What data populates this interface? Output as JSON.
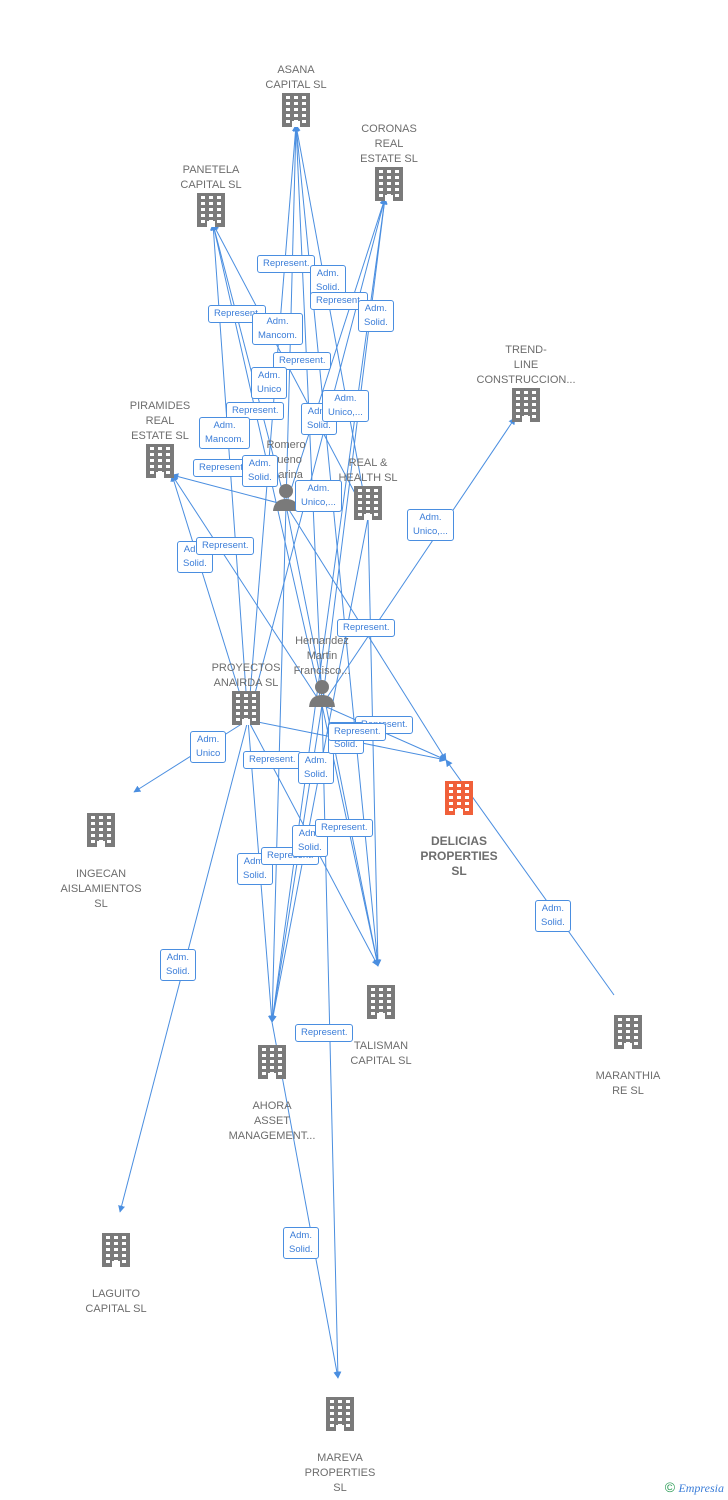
{
  "colors": {
    "edge": "#4a8ee0",
    "building": "#7a7a7a",
    "focus": "#f0603a",
    "person": "#7a7a7a"
  },
  "companies": [
    {
      "id": "asana",
      "name": "ASANA\nCAPITAL  SL"
    },
    {
      "id": "coronas",
      "name": "CORONAS\nREAL\nESTATE  SL"
    },
    {
      "id": "panetela",
      "name": "PANETELA\nCAPITAL  SL"
    },
    {
      "id": "trend",
      "name": "TREND-\nLINE\nCONSTRUCCION..."
    },
    {
      "id": "piramides",
      "name": "PIRAMIDES\nREAL\nESTATE  SL"
    },
    {
      "id": "realhealth",
      "name": "REAL &\nHEALTH  SL"
    },
    {
      "id": "proyectos",
      "name": "PROYECTOS\nANAIRDA  SL"
    },
    {
      "id": "delicias",
      "name": "DELICIAS\nPROPERTIES\nSL"
    },
    {
      "id": "ingecan",
      "name": "INGECAN\nAISLAMIENTOS\nSL"
    },
    {
      "id": "talisman",
      "name": "TALISMAN\nCAPITAL  SL"
    },
    {
      "id": "maranthia",
      "name": "MARANTHIA\nRE  SL"
    },
    {
      "id": "ahora",
      "name": "AHORA\nASSET\nMANAGEMENT..."
    },
    {
      "id": "laguito",
      "name": "LAGUITO\nCAPITAL  SL"
    },
    {
      "id": "mareva",
      "name": "MAREVA\nPROPERTIES\nSL"
    }
  ],
  "persons": [
    {
      "id": "romero",
      "name": "Romero\nBueno\nMarina"
    },
    {
      "id": "hernandez",
      "name": "Hernandez\nMartin\nFrancisco..."
    }
  ],
  "relations": [
    "Represent.",
    "Adm.\nSolid.",
    "Represent.",
    "Adm.\nSolid.",
    "Represent.",
    "Adm.\nMancom.",
    "Represent.",
    "Adm.\nUnico",
    "Represent.",
    "Adm.\nSolid.",
    "Adm.\nMancom.",
    "Represent.",
    "Adm.\nSolid.",
    "Adm.\nUnico,...",
    "Adm.\nUnico,...",
    "Adm.\nSolid.",
    "Represent.",
    "Represent.",
    "Adm.\nUnico",
    "Represent.",
    "Adm.\nSolid.",
    "Represent.",
    "Adm.\nSolid.",
    "Adm.\nSolid.",
    "Represent.",
    "Adm.\nSolid.",
    "Represent.",
    "Adm.\nSolid.",
    "Adm.\nSolid.",
    "Represent.",
    "Adm.\nSolid.",
    "Adm.\nUnico,...",
    "Represent."
  ],
  "footer": {
    "copyright": "©",
    "brand": "Empresia"
  }
}
